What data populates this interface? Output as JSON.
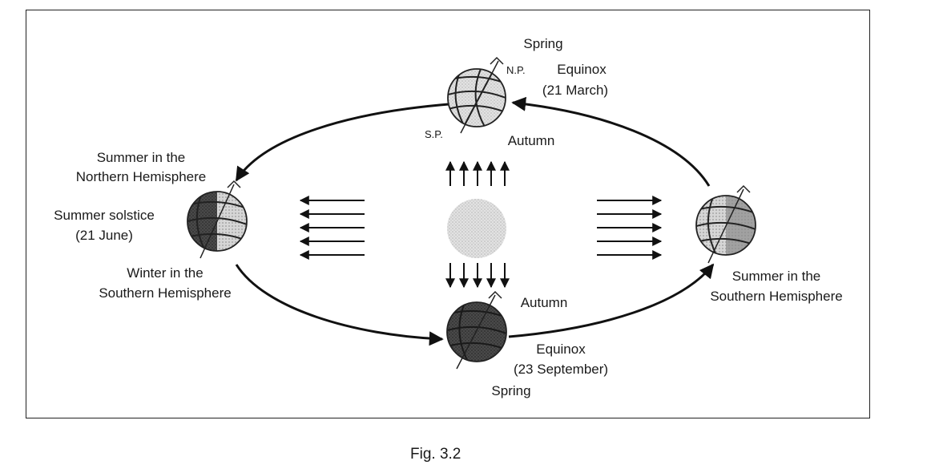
{
  "figure": {
    "caption": "Fig. 3.2",
    "sun_label": "",
    "positions": {
      "top": {
        "season_above": "Spring",
        "event_line1": "Equinox",
        "event_line2": "(21 March)",
        "season_below": "Autumn",
        "north_pole": "N.P.",
        "south_pole": "S.P."
      },
      "left": {
        "north_line1": "Summer in the",
        "north_line2": "Northern Hemisphere",
        "event_line1": "Summer solstice",
        "event_line2": "(21 June)",
        "south_line1": "Winter in the",
        "south_line2": "Southern Hemisphere"
      },
      "bottom": {
        "season_above": "Autumn",
        "event_line1": "Equinox",
        "event_line2": "(23 September)",
        "season_below": "Spring"
      },
      "right": {
        "south_line1": "Summer in the",
        "south_line2": "Southern Hemisphere"
      }
    }
  }
}
